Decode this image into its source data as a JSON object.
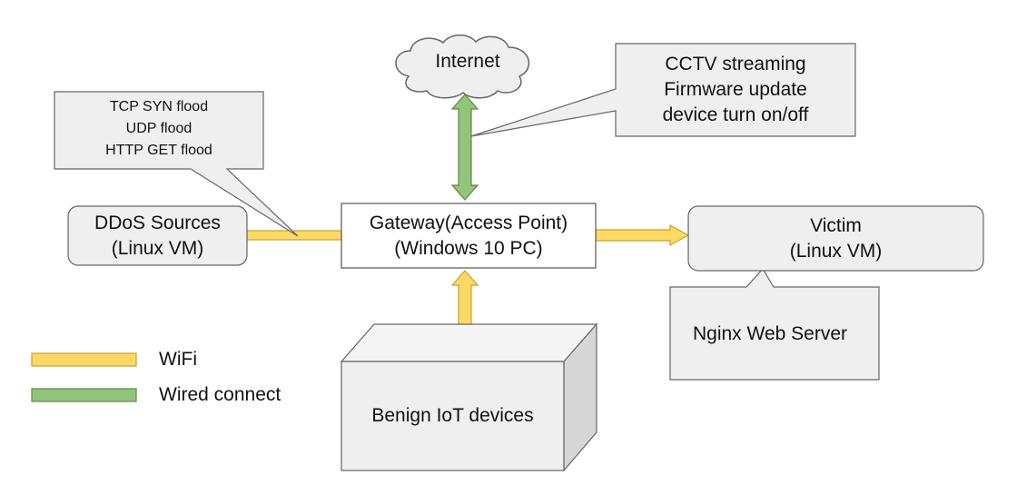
{
  "nodes": {
    "internet": {
      "label": "Internet"
    },
    "gateway": {
      "line1": "Gateway(Access Point)",
      "line2": "(Windows 10 PC)"
    },
    "ddos_sources": {
      "line1": "DDoS Sources",
      "line2": "(Linux VM)"
    },
    "victim": {
      "line1": "Victim",
      "line2": "(Linux VM)"
    },
    "benign": {
      "label": "Benign IoT devices"
    }
  },
  "callouts": {
    "attacks": [
      "TCP SYN flood",
      "UDP flood",
      "HTTP GET flood"
    ],
    "traffic": [
      "CCTV streaming",
      "Firmware update",
      "device turn on/off"
    ],
    "server": {
      "label": "Nginx Web Server"
    }
  },
  "legend": {
    "wifi": {
      "label": "WiFi",
      "color": "#ffd966"
    },
    "wired": {
      "label": "Wired connect",
      "color": "#93c47d"
    }
  },
  "colors": {
    "box_fill": "#efefef",
    "box_border": "#666666",
    "wifi_stroke": "#c9a227",
    "wired_stroke": "#5b8a3c"
  }
}
